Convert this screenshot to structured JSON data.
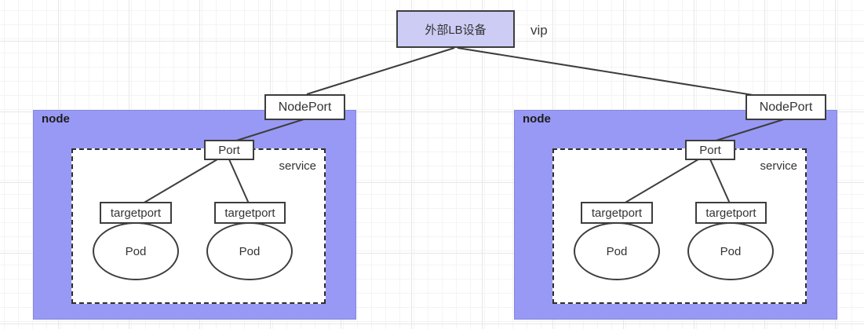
{
  "lb_device": {
    "label": "外部LB设备"
  },
  "vip": {
    "label": "vip"
  },
  "nodes": [
    {
      "label": "node",
      "nodeport": {
        "label": "NodePort"
      },
      "service": {
        "label": "service"
      },
      "port": {
        "label": "Port"
      },
      "backends": [
        {
          "targetport": {
            "label": "targetport"
          },
          "pod": {
            "label": "Pod"
          }
        },
        {
          "targetport": {
            "label": "targetport"
          },
          "pod": {
            "label": "Pod"
          }
        }
      ]
    },
    {
      "label": "node",
      "nodeport": {
        "label": "NodePort"
      },
      "service": {
        "label": "service"
      },
      "port": {
        "label": "Port"
      },
      "backends": [
        {
          "targetport": {
            "label": "targetport"
          },
          "pod": {
            "label": "Pod"
          }
        },
        {
          "targetport": {
            "label": "targetport"
          },
          "pod": {
            "label": "Pod"
          }
        }
      ]
    }
  ],
  "colors": {
    "node_fill": "#9899f4",
    "lb_fill": "#ccccf5",
    "shape_border": "#3d3d3d",
    "connector": "#3d3d3d",
    "label_text": "#333333",
    "grid_minor": "#f4f4f4",
    "grid_major": "#e7e7e7"
  }
}
